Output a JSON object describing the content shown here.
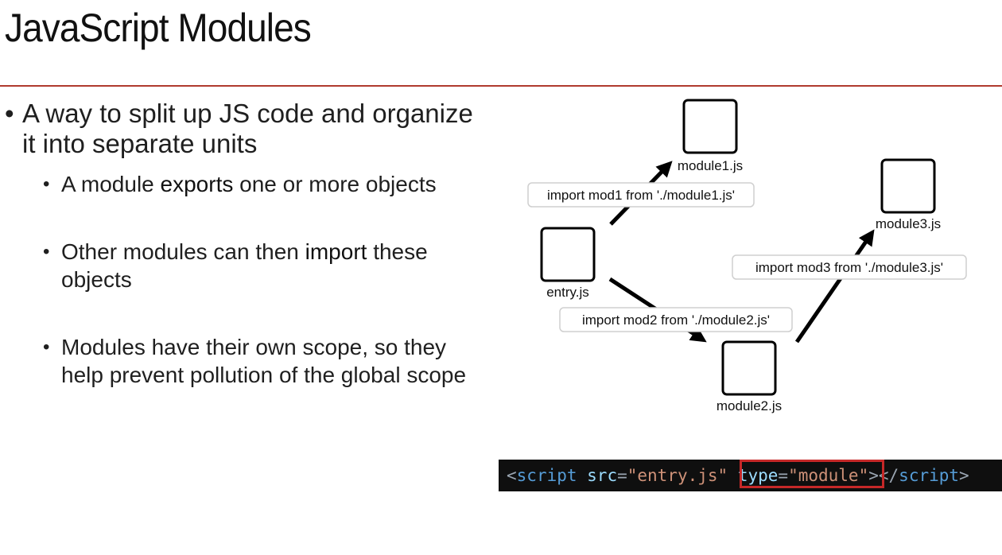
{
  "title": "JavaScript Modules",
  "bullets": {
    "main": "A way to split up JS code and organize it into separate units",
    "sub1_pre": "A module ",
    "sub1_em": "exports",
    "sub1_post": " one or more objects",
    "sub2_pre": "Other modules can then ",
    "sub2_em": "import",
    "sub2_post": " these objects",
    "sub3": "Modules have their own scope, so they help prevent pollution of the global scope"
  },
  "diagram": {
    "nodes": {
      "entry": "entry.js",
      "module1": "module1.js",
      "module2": "module2.js",
      "module3": "module3.js"
    },
    "edges": {
      "mod1": "import mod1 from './module1.js'",
      "mod2": "import mod2 from './module2.js'",
      "mod3": "import mod3 from './module3.js'"
    }
  },
  "code": {
    "open_lt": "<",
    "tag": "script",
    "src_attr": " src",
    "eq1": "=",
    "src_val": "\"entry.js\"",
    "type_attr": " type",
    "eq2": "=",
    "type_val": "\"module\"",
    "close_gt": ">",
    "end_lt": "</",
    "end_tag": "script",
    "end_gt": ">"
  },
  "colors": {
    "rule": "#b03a2e",
    "highlight": "#c62828",
    "code_bg": "#0f0f0f"
  }
}
